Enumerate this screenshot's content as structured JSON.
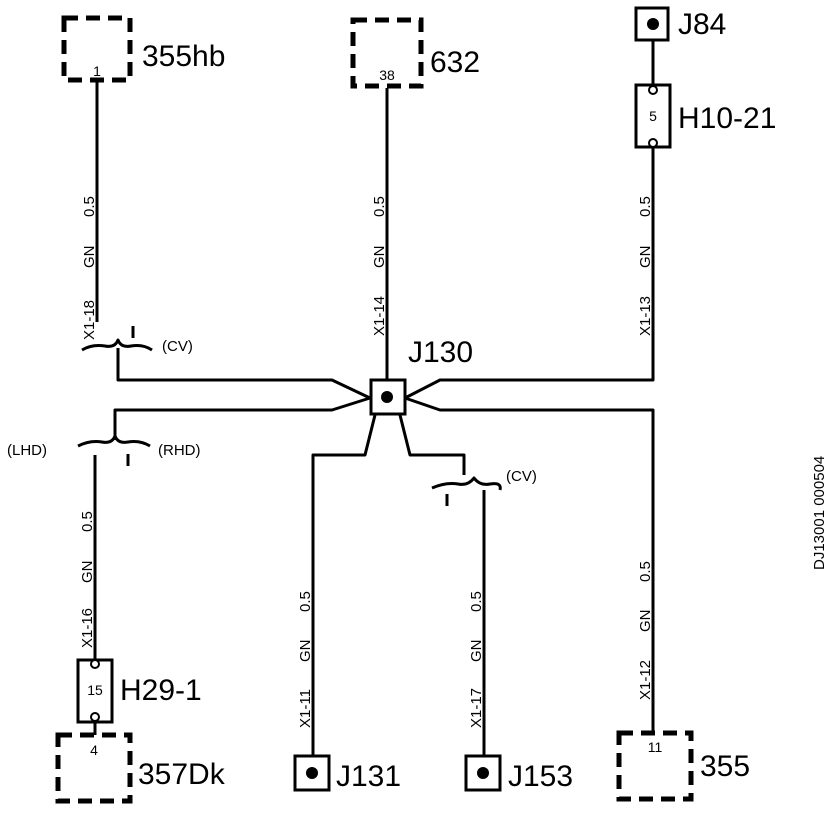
{
  "connectors": {
    "c355hb": {
      "name": "355hb",
      "pin": "1"
    },
    "c632": {
      "name": "632",
      "pin": "38"
    },
    "j84": {
      "name": "J84"
    },
    "h10_21": {
      "name": "H10-21",
      "pin": "5"
    },
    "j130": {
      "name": "J130"
    },
    "h29_1": {
      "name": "H29-1",
      "pin": "15"
    },
    "c357dk": {
      "name": "357Dk",
      "pin": "4"
    },
    "j131": {
      "name": "J131"
    },
    "j153": {
      "name": "J153"
    },
    "c355": {
      "name": "355",
      "pin": "11"
    }
  },
  "wires": {
    "w1": {
      "pos": "X1-18",
      "color": "GN",
      "size": "0.5"
    },
    "w2": {
      "pos": "X1-14",
      "color": "GN",
      "size": "0.5"
    },
    "w3": {
      "pos": "X1-13",
      "color": "GN",
      "size": "0.5"
    },
    "w4": {
      "pos": "X1-16",
      "color": "GN",
      "size": "0.5"
    },
    "w5": {
      "pos": "X1-11",
      "color": "GN",
      "size": "0.5"
    },
    "w6": {
      "pos": "X1-17",
      "color": "GN",
      "size": "0.5"
    },
    "w7": {
      "pos": "X1-12",
      "color": "GN",
      "size": "0.5"
    }
  },
  "variants": {
    "cv1": "(CV)",
    "lhd": "(LHD)",
    "rhd": "(RHD)",
    "cv2": "(CV)"
  },
  "doc_id": "DJ13001 000504"
}
